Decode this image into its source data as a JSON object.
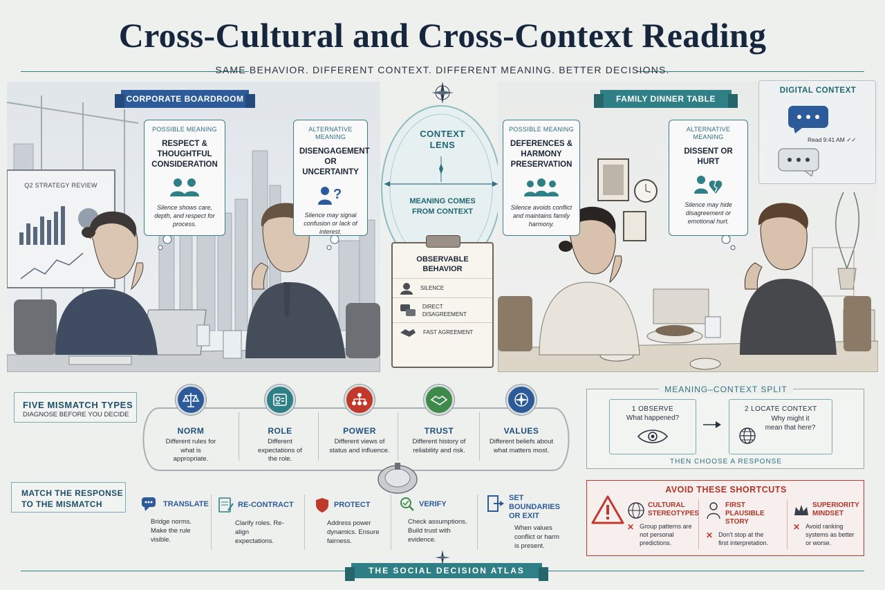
{
  "title": "Cross-Cultural and Cross-Context Reading",
  "subtitle": "SAME BEHAVIOR. DIFFERENT CONTEXT. DIFFERENT MEANING. BETTER DECISIONS.",
  "boardroom": {
    "label": "CORPORATE BOARDROOM",
    "screen_label": "Q2 STRATEGY REVIEW",
    "possible": {
      "kicker": "POSSIBLE MEANING",
      "heading": "RESPECT & THOUGHTFUL CONSIDERATION",
      "desc": "Silence shows care, depth, and respect for process."
    },
    "alternative": {
      "kicker": "ALTERNATIVE MEANING",
      "heading": "DISENGAGEMENT OR UNCERTAINTY",
      "desc": "Silence may signal confusion or lack of interest."
    }
  },
  "lens": {
    "title": "CONTEXT LENS",
    "caption": "MEANING COMES FROM CONTEXT"
  },
  "clipboard": {
    "title": "OBSERVABLE BEHAVIOR",
    "items": [
      "SILENCE",
      "DIRECT DISAGREEMENT",
      "FAST AGREEMENT"
    ]
  },
  "family": {
    "label": "FAMILY DINNER TABLE",
    "possible": {
      "kicker": "POSSIBLE MEANING",
      "heading": "DEFERENCES & HARMONY PRESERVATION",
      "desc": "Silence avoids conflict and maintains family harmony."
    },
    "alternative": {
      "kicker": "ALTERNATIVE MEANING",
      "heading": "DISSENT OR HURT",
      "desc": "Silence may hide disagreement or emotional hurt."
    }
  },
  "digital": {
    "label": "DIGITAL CONTEXT",
    "read_receipt": "Read 9:41 AM ✓✓"
  },
  "mismatch": {
    "title": "FIVE MISMATCH TYPES",
    "subtitle": "DIAGNOSE BEFORE YOU DECIDE",
    "types": [
      {
        "name": "NORM",
        "desc": "Different rules for what is appropriate.",
        "color": "#2d5b9a",
        "icon": "scales-icon"
      },
      {
        "name": "ROLE",
        "desc": "Different expectations of the role.",
        "color": "#2f7f86",
        "icon": "badge-icon"
      },
      {
        "name": "POWER",
        "desc": "Different views of status and influence.",
        "color": "#c0392b",
        "icon": "hierarchy-icon"
      },
      {
        "name": "TRUST",
        "desc": "Different history of reliability and risk.",
        "color": "#3d8a4a",
        "icon": "handshake-icon"
      },
      {
        "name": "VALUES",
        "desc": "Different beliefs about what matters most.",
        "color": "#2d5b9a",
        "icon": "compass-icon"
      }
    ]
  },
  "split": {
    "title": "MEANING–CONTEXT SPLIT",
    "step1": {
      "num": "1",
      "label": "OBSERVE",
      "question": "What happened?"
    },
    "step2": {
      "num": "2",
      "label": "LOCATE CONTEXT",
      "question": "Why might it mean that here?"
    },
    "footer": "THEN CHOOSE A RESPONSE"
  },
  "responses": {
    "title": "MATCH THE RESPONSE TO THE MISMATCH",
    "items": [
      {
        "name": "TRANSLATE",
        "desc": "Bridge norms. Make the rule visible.",
        "icon": "speech-icon"
      },
      {
        "name": "RE-CONTRACT",
        "desc": "Clarify roles. Re-align expectations.",
        "icon": "contract-icon"
      },
      {
        "name": "PROTECT",
        "desc": "Address power dynamics. Ensure fairness.",
        "icon": "shield-icon"
      },
      {
        "name": "VERIFY",
        "desc": "Check assumptions. Build trust with evidence.",
        "icon": "magnifier-icon"
      },
      {
        "name": "SET BOUNDARIES OR EXIT",
        "desc": "When values conflict or harm is present.",
        "icon": "exit-icon"
      }
    ]
  },
  "avoid": {
    "title": "AVOID THESE SHORTCUTS",
    "items": [
      {
        "name": "CULTURAL STEREOTYPES",
        "desc": "Group patterns are not personal predictions."
      },
      {
        "name": "FIRST PLAUSIBLE STORY",
        "desc": "Don't stop at the first interpretation."
      },
      {
        "name": "SUPERIORITY MINDSET",
        "desc": "Avoid ranking systems as better or worse."
      }
    ]
  },
  "footer": "THE SOCIAL DECISION ATLAS"
}
